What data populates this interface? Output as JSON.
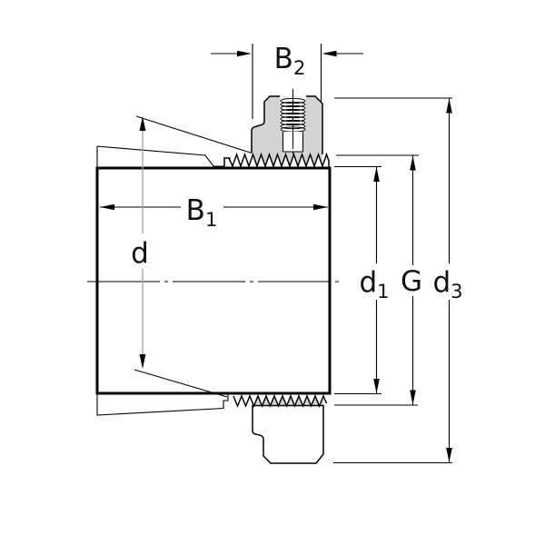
{
  "drawing": {
    "kind": "adapter-sleeve-section-diagram",
    "labels": {
      "b2": {
        "base": "B",
        "sub": "2"
      },
      "b1": {
        "base": "B",
        "sub": "1"
      },
      "d": {
        "base": "d"
      },
      "d1": {
        "base": "d",
        "sub": "1"
      },
      "g": {
        "base": "G"
      },
      "d3": {
        "base": "d",
        "sub": "3"
      }
    },
    "colors": {
      "line": "#000000",
      "part_fill": "#d3d3d3",
      "dim_gray": "#a3a3a3",
      "background": "#ffffff"
    }
  }
}
